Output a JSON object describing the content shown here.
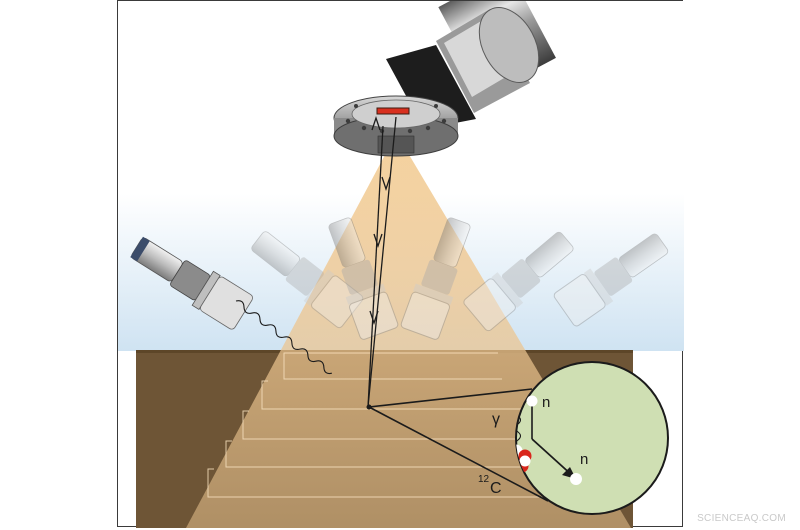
{
  "diagram": {
    "inset_labels": {
      "gamma": "γ",
      "neutron_top": "n",
      "neutron_right": "n",
      "carbon_mass": "12",
      "carbon_symbol": "C"
    },
    "colors": {
      "soil": "#6e5536",
      "sky": "#d9e9f4",
      "beam": "#e8c38f",
      "inset_fill": "#cfdfb3",
      "nucleus_red": "#d9261c"
    },
    "icons": [
      "neutron-generator-icon",
      "gamma-detector-icon"
    ]
  },
  "watermark": "SCIENCEAQ.COM"
}
